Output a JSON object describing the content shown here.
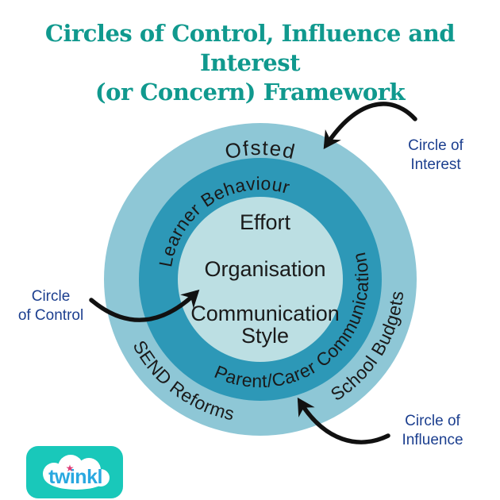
{
  "title": {
    "line1": "Circles of Control, Influence and Interest",
    "line2": "(or Concern) Framework"
  },
  "rings": {
    "interest": {
      "top": "Ofsted",
      "right": "School Budgets",
      "left": "SEND Reforms"
    },
    "influence": {
      "top": "Learner Behaviour",
      "bottom": "Parent/Carer Communication"
    },
    "control": {
      "item1": "Effort",
      "item2": "Organisation",
      "item3_line1": "Communication",
      "item3_line2": "Style"
    }
  },
  "callouts": {
    "interest": {
      "line1": "Circle of",
      "line2": "Interest"
    },
    "control": {
      "line1": "Circle",
      "line2": "of Control"
    },
    "influence": {
      "line1": "Circle of",
      "line2": "Influence"
    }
  },
  "logo": {
    "text": "twinkl",
    "star_icon": "★"
  },
  "colors": {
    "title_teal": "#10998e",
    "outer_circle": "#8ec7d6",
    "middle_ring": "#2d98b7",
    "inner_circle": "#bcdfe3",
    "ring_text": "#1a1a1a",
    "callout_navy": "#1c3f8f",
    "arrow_black": "#111111",
    "logo_background": "#19c8ba",
    "logo_text_blue": "#29a8e0",
    "logo_star_pink": "#df3d77"
  }
}
